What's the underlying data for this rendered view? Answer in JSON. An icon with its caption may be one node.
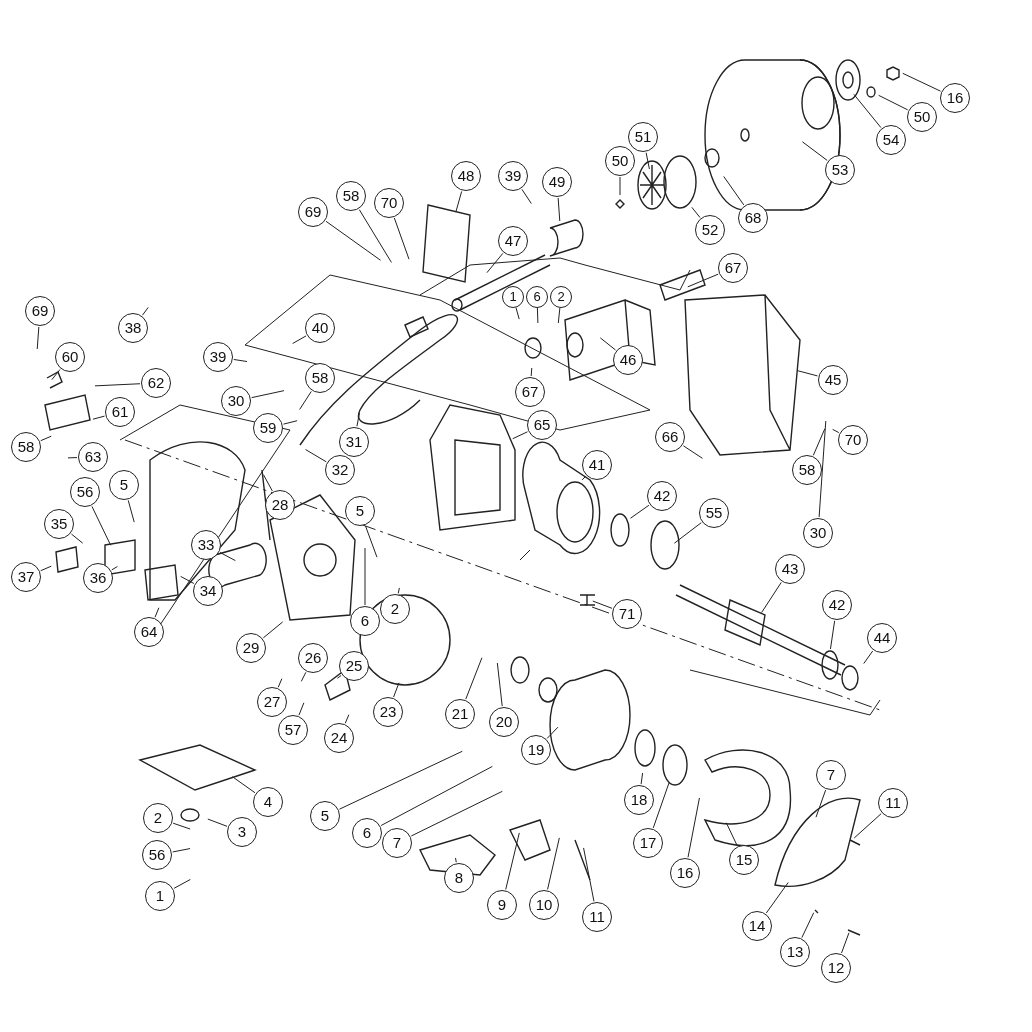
{
  "diagram": {
    "nodes": [
      {
        "text": [
          "16"
        ]
      },
      {
        "text": [
          "50"
        ]
      },
      {
        "text": [
          "54"
        ]
      },
      {
        "text": [
          "53"
        ]
      },
      {
        "text": [
          "51"
        ]
      },
      {
        "text": [
          "52"
        ]
      },
      {
        "text": [
          "68"
        ]
      },
      {
        "text": [
          "49"
        ]
      },
      {
        "text": [
          "39"
        ]
      },
      {
        "text": [
          "50"
        ]
      },
      {
        "text": [
          "48"
        ]
      },
      {
        "text": [
          "58"
        ]
      },
      {
        "text": [
          "70"
        ]
      },
      {
        "text": [
          "69"
        ]
      },
      {
        "text": [
          "47"
        ]
      },
      {
        "text": [
          "67"
        ]
      },
      {
        "text": [
          "1"
        ]
      },
      {
        "text": [
          "6"
        ]
      },
      {
        "text": [
          "2"
        ]
      },
      {
        "text": [
          "46"
        ]
      },
      {
        "text": [
          "40"
        ]
      },
      {
        "text": [
          "39"
        ]
      },
      {
        "text": [
          "69"
        ]
      },
      {
        "text": [
          "60"
        ]
      },
      {
        "text": [
          "62"
        ]
      },
      {
        "text": [
          "38"
        ]
      },
      {
        "text": [
          "58"
        ]
      },
      {
        "text": [
          "30"
        ]
      },
      {
        "text": [
          "59"
        ]
      },
      {
        "text": [
          "31"
        ]
      },
      {
        "text": [
          "32"
        ]
      },
      {
        "text": [
          "61"
        ]
      },
      {
        "text": [
          "58"
        ]
      },
      {
        "text": [
          "63"
        ]
      },
      {
        "text": [
          "67"
        ]
      },
      {
        "text": [
          "45"
        ]
      },
      {
        "text": [
          "65"
        ]
      },
      {
        "text": [
          "66"
        ]
      },
      {
        "text": [
          "70"
        ]
      },
      {
        "text": [
          "58"
        ]
      },
      {
        "text": [
          "30"
        ]
      },
      {
        "text": [
          "41"
        ]
      },
      {
        "text": [
          "42"
        ]
      },
      {
        "text": [
          "55"
        ]
      },
      {
        "text": [
          "71"
        ]
      },
      {
        "text": [
          "43"
        ]
      },
      {
        "text": [
          "42"
        ]
      },
      {
        "text": [
          "44"
        ]
      },
      {
        "text": [
          "28"
        ]
      },
      {
        "text": [
          "5"
        ]
      },
      {
        "text": [
          "56"
        ]
      },
      {
        "text": [
          "35"
        ]
      },
      {
        "text": [
          "37"
        ]
      },
      {
        "text": [
          "36"
        ]
      },
      {
        "text": [
          "33"
        ]
      },
      {
        "text": [
          "34"
        ]
      },
      {
        "text": [
          "64"
        ]
      },
      {
        "text": [
          "5"
        ]
      },
      {
        "text": [
          "6"
        ]
      },
      {
        "text": [
          "2"
        ]
      },
      {
        "text": [
          "29"
        ]
      },
      {
        "text": [
          "26"
        ]
      },
      {
        "text": [
          "25"
        ]
      },
      {
        "text": [
          "27"
        ]
      },
      {
        "text": [
          "57"
        ]
      },
      {
        "text": [
          "24"
        ]
      },
      {
        "text": [
          "23"
        ]
      },
      {
        "text": [
          "21"
        ]
      },
      {
        "text": [
          "20"
        ]
      },
      {
        "text": [
          "19"
        ]
      },
      {
        "text": [
          "18"
        ]
      },
      {
        "text": [
          "17"
        ]
      },
      {
        "text": [
          "16"
        ]
      },
      {
        "text": [
          "15"
        ]
      },
      {
        "text": [
          "14"
        ]
      },
      {
        "text": [
          "7"
        ]
      },
      {
        "text": [
          "11"
        ]
      },
      {
        "text": [
          "13"
        ]
      },
      {
        "text": [
          "12"
        ]
      },
      {
        "text": [
          "4"
        ]
      },
      {
        "text": [
          "3"
        ]
      },
      {
        "text": [
          "2"
        ]
      },
      {
        "text": [
          "56"
        ]
      },
      {
        "text": [
          "1"
        ]
      },
      {
        "text": [
          "5"
        ]
      },
      {
        "text": [
          "6"
        ]
      },
      {
        "text": [
          "7"
        ]
      },
      {
        "text": [
          "8"
        ]
      },
      {
        "text": [
          "9"
        ]
      },
      {
        "text": [
          "10"
        ]
      },
      {
        "text": [
          "11"
        ]
      }
    ],
    "edges": [
      {
        "from": 0,
        "to": null,
        "arrow": "none"
      },
      {
        "from": 1,
        "to": null,
        "arrow": "none"
      },
      {
        "from": 2,
        "to": null,
        "arrow": "none"
      },
      {
        "from": 3,
        "to": null,
        "arrow": "none"
      },
      {
        "from": 4,
        "to": null,
        "arrow": "none"
      },
      {
        "from": 5,
        "to": null,
        "arrow": "none"
      },
      {
        "from": 6,
        "to": null,
        "arrow": "none"
      },
      {
        "from": 7,
        "to": null,
        "arrow": "none"
      },
      {
        "from": 8,
        "to": null,
        "arrow": "none"
      },
      {
        "from": 9,
        "to": null,
        "arrow": "none"
      },
      {
        "from": 10,
        "to": null,
        "arrow": "none"
      },
      {
        "from": 11,
        "to": null,
        "arrow": "none"
      },
      {
        "from": 12,
        "to": null,
        "arrow": "none"
      },
      {
        "from": 13,
        "to": null,
        "arrow": "none"
      },
      {
        "from": 14,
        "to": null,
        "arrow": "none"
      },
      {
        "from": 15,
        "to": null,
        "arrow": "none"
      },
      {
        "from": 16,
        "to": null,
        "arrow": "none"
      },
      {
        "from": 17,
        "to": null,
        "arrow": "none"
      },
      {
        "from": 18,
        "to": null,
        "arrow": "none"
      },
      {
        "from": 19,
        "to": null,
        "arrow": "none"
      },
      {
        "from": 20,
        "to": null,
        "arrow": "none"
      },
      {
        "from": 21,
        "to": null,
        "arrow": "none"
      },
      {
        "from": 22,
        "to": null,
        "arrow": "none"
      },
      {
        "from": 23,
        "to": null,
        "arrow": "none"
      },
      {
        "from": 24,
        "to": null,
        "arrow": "none"
      },
      {
        "from": 25,
        "to": null,
        "arrow": "none"
      },
      {
        "from": 26,
        "to": null,
        "arrow": "none"
      },
      {
        "from": 27,
        "to": null,
        "arrow": "none"
      },
      {
        "from": 28,
        "to": null,
        "arrow": "none"
      },
      {
        "from": 29,
        "to": null,
        "arrow": "none"
      },
      {
        "from": 30,
        "to": null,
        "arrow": "none"
      },
      {
        "from": 31,
        "to": null,
        "arrow": "none"
      },
      {
        "from": 32,
        "to": null,
        "arrow": "none"
      },
      {
        "from": 33,
        "to": null,
        "arrow": "none"
      },
      {
        "from": 34,
        "to": null,
        "arrow": "none"
      },
      {
        "from": 35,
        "to": null,
        "arrow": "none"
      },
      {
        "from": 36,
        "to": null,
        "arrow": "none"
      },
      {
        "from": 37,
        "to": null,
        "arrow": "none"
      },
      {
        "from": 38,
        "to": null,
        "arrow": "none"
      },
      {
        "from": 39,
        "to": null,
        "arrow": "none"
      },
      {
        "from": 40,
        "to": null,
        "arrow": "none"
      },
      {
        "from": 41,
        "to": null,
        "arrow": "none"
      },
      {
        "from": 42,
        "to": null,
        "arrow": "none"
      },
      {
        "from": 43,
        "to": null,
        "arrow": "none"
      },
      {
        "from": 44,
        "to": null,
        "arrow": "none"
      },
      {
        "from": 45,
        "to": null,
        "arrow": "none"
      },
      {
        "from": 46,
        "to": null,
        "arrow": "none"
      },
      {
        "from": 47,
        "to": null,
        "arrow": "none"
      },
      {
        "from": 48,
        "to": null,
        "arrow": "none"
      },
      {
        "from": 49,
        "to": null,
        "arrow": "none"
      },
      {
        "from": 50,
        "to": null,
        "arrow": "none"
      },
      {
        "from": 51,
        "to": null,
        "arrow": "none"
      },
      {
        "from": 52,
        "to": null,
        "arrow": "none"
      },
      {
        "from": 53,
        "to": null,
        "arrow": "none"
      },
      {
        "from": 54,
        "to": null,
        "arrow": "none"
      },
      {
        "from": 55,
        "to": null,
        "arrow": "none"
      },
      {
        "from": 56,
        "to": null,
        "arrow": "none"
      },
      {
        "from": 57,
        "to": null,
        "arrow": "none"
      },
      {
        "from": 58,
        "to": null,
        "arrow": "none"
      },
      {
        "from": 59,
        "to": null,
        "arrow": "none"
      },
      {
        "from": 60,
        "to": null,
        "arrow": "none"
      },
      {
        "from": 61,
        "to": null,
        "arrow": "none"
      },
      {
        "from": 62,
        "to": null,
        "arrow": "none"
      },
      {
        "from": 63,
        "to": null,
        "arrow": "none"
      },
      {
        "from": 64,
        "to": null,
        "arrow": "none"
      },
      {
        "from": 65,
        "to": null,
        "arrow": "none"
      },
      {
        "from": 66,
        "to": null,
        "arrow": "none"
      },
      {
        "from": 67,
        "to": null,
        "arrow": "none"
      },
      {
        "from": 68,
        "to": null,
        "arrow": "none"
      },
      {
        "from": 69,
        "to": null,
        "arrow": "none"
      },
      {
        "from": 70,
        "to": null,
        "arrow": "none"
      },
      {
        "from": 71,
        "to": null,
        "arrow": "none"
      },
      {
        "from": 72,
        "to": null,
        "arrow": "none"
      },
      {
        "from": 73,
        "to": null,
        "arrow": "none"
      },
      {
        "from": 74,
        "to": null,
        "arrow": "none"
      },
      {
        "from": 75,
        "to": null,
        "arrow": "none"
      },
      {
        "from": 76,
        "to": null,
        "arrow": "none"
      },
      {
        "from": 77,
        "to": null,
        "arrow": "none"
      },
      {
        "from": 78,
        "to": null,
        "arrow": "none"
      },
      {
        "from": 79,
        "to": null,
        "arrow": "none"
      },
      {
        "from": 80,
        "to": null,
        "arrow": "none"
      },
      {
        "from": 81,
        "to": null,
        "arrow": "none"
      },
      {
        "from": 82,
        "to": null,
        "arrow": "none"
      },
      {
        "from": 83,
        "to": null,
        "arrow": "none"
      },
      {
        "from": 84,
        "to": null,
        "arrow": "none"
      },
      {
        "from": 85,
        "to": null,
        "arrow": "none"
      },
      {
        "from": 86,
        "to": null,
        "arrow": "none"
      },
      {
        "from": 87,
        "to": null,
        "arrow": "none"
      },
      {
        "from": 88,
        "to": null,
        "arrow": "none"
      },
      {
        "from": 89,
        "to": null,
        "arrow": "none"
      },
      {
        "from": 90,
        "to": null,
        "arrow": "none"
      }
    ]
  }
}
